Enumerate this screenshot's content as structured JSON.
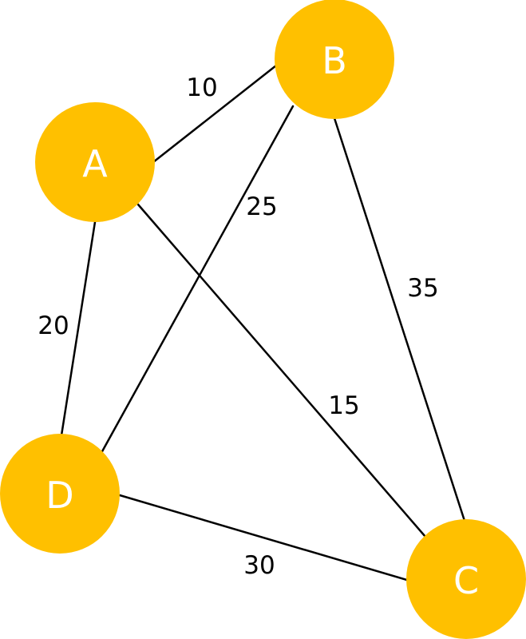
{
  "colors": {
    "node_fill": "#FFC000",
    "node_label": "#FFFFFF",
    "edge": "#000000",
    "edge_label": "#000000",
    "background": "#FFFFFF"
  },
  "nodes": [
    {
      "id": "A",
      "label": "A"
    },
    {
      "id": "B",
      "label": "B"
    },
    {
      "id": "C",
      "label": "C"
    },
    {
      "id": "D",
      "label": "D"
    }
  ],
  "edges": [
    {
      "from": "A",
      "to": "B",
      "weight": "10"
    },
    {
      "from": "A",
      "to": "D",
      "weight": "20"
    },
    {
      "from": "A",
      "to": "C",
      "weight": "15"
    },
    {
      "from": "B",
      "to": "D",
      "weight": "25"
    },
    {
      "from": "B",
      "to": "C",
      "weight": "35"
    },
    {
      "from": "D",
      "to": "C",
      "weight": "30"
    }
  ]
}
